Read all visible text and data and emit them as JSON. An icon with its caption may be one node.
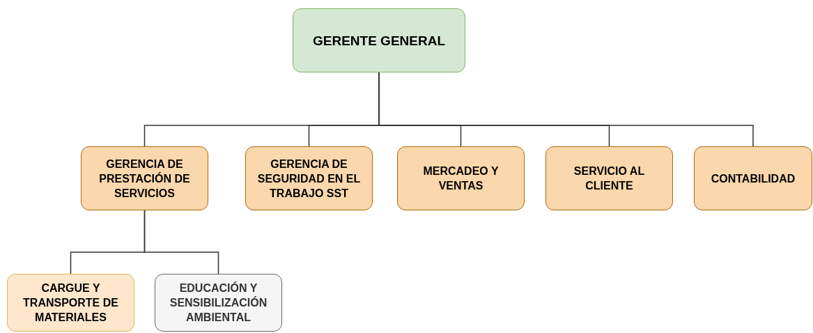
{
  "diagram": {
    "nodes": [
      {
        "text": [
          "GERENTE GENERAL"
        ]
      },
      {
        "text": [
          "GERENCIA DE PRESTACIÓN DE SERVICIOS"
        ]
      },
      {
        "text": [
          "GERENCIA DE SEGURIDAD EN EL TRABAJO SST"
        ]
      },
      {
        "text": [
          "MERCADEO Y VENTAS"
        ]
      },
      {
        "text": [
          "SERVICIO AL CLIENTE"
        ]
      },
      {
        "text": [
          "CONTABILIDAD"
        ]
      },
      {
        "text": [
          "CARGUE Y TRANSPORTE DE MATERIALES"
        ]
      },
      {
        "text": [
          "EDUCACIÓN Y SENSIBILIZACIÓN AMBIENTAL"
        ]
      }
    ],
    "edges": [
      {
        "from": 0,
        "to": 1,
        "arrow": "none"
      },
      {
        "from": 0,
        "to": 2,
        "arrow": "none"
      },
      {
        "from": 0,
        "to": 3,
        "arrow": "none"
      },
      {
        "from": 0,
        "to": 4,
        "arrow": "none"
      },
      {
        "from": 0,
        "to": 5,
        "arrow": "none"
      },
      {
        "from": 1,
        "to": 6,
        "arrow": "none"
      },
      {
        "from": 1,
        "to": 7,
        "arrow": "none"
      }
    ]
  }
}
